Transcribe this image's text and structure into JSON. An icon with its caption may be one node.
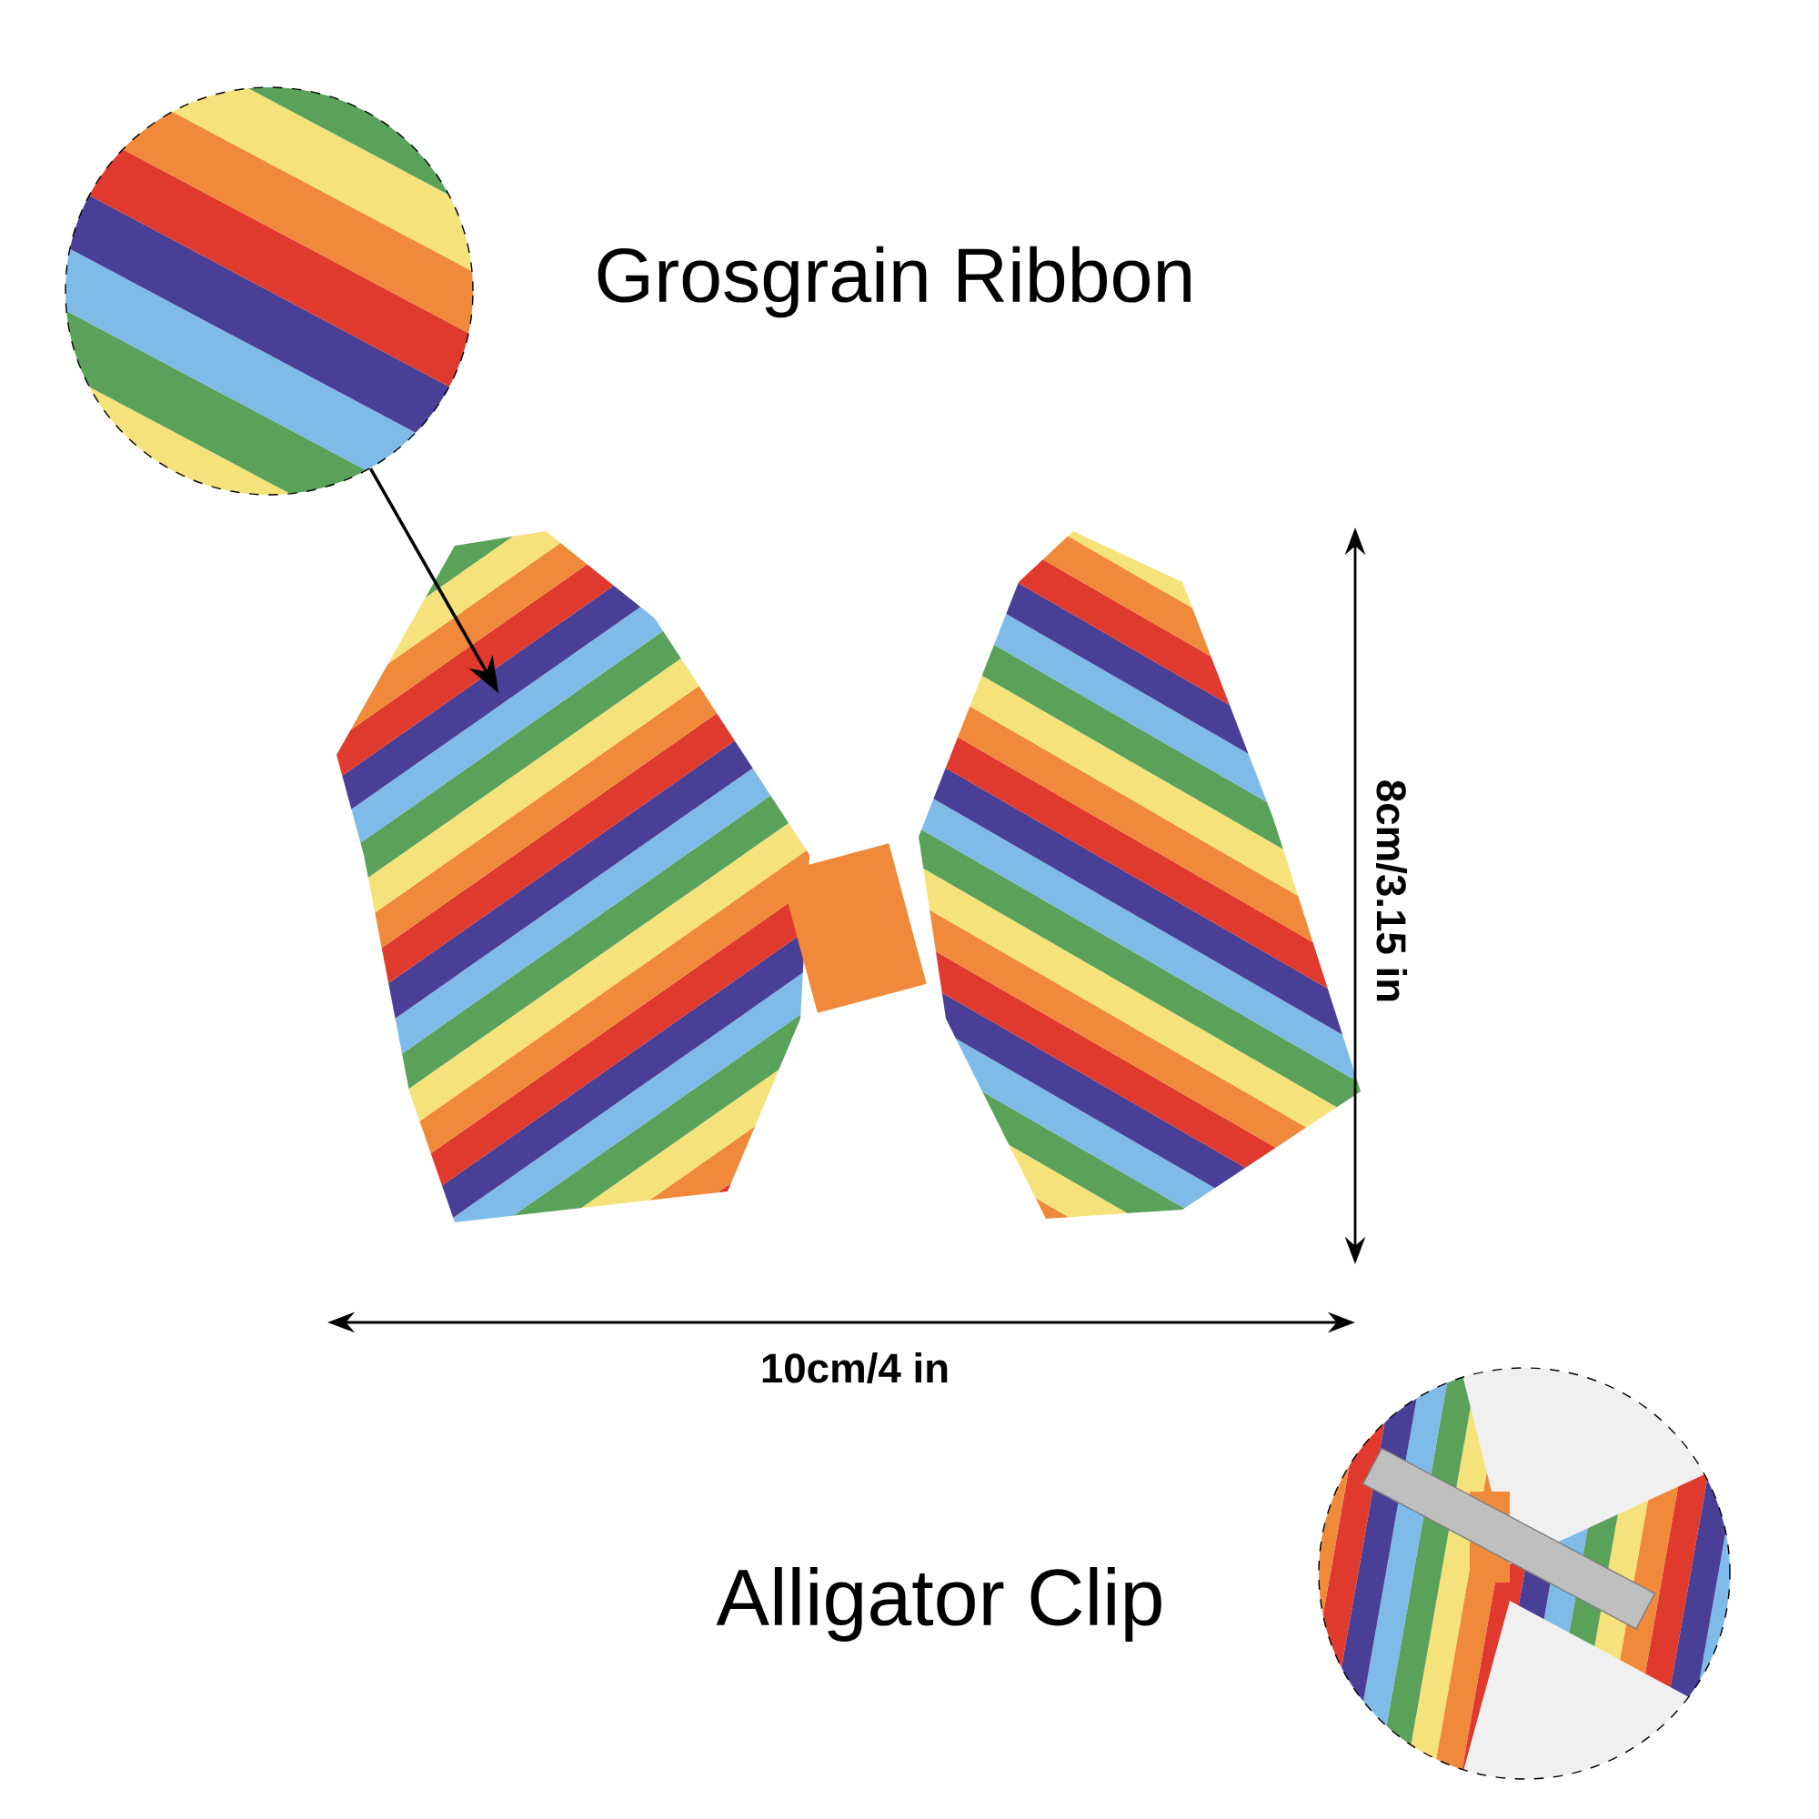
{
  "diagram": {
    "nodes": [
      {
        "text": [],
        "shape": "picture"
      },
      {
        "text": [],
        "shape": "picture"
      }
    ],
    "edges": [
      {
        "from": 0,
        "to": 1,
        "arrow": "to"
      }
    ],
    "labels": [
      "Grosgrain Ribbon",
      "8cm/3.15 in",
      "10cm/4 in",
      "Alligator Clip"
    ]
  }
}
